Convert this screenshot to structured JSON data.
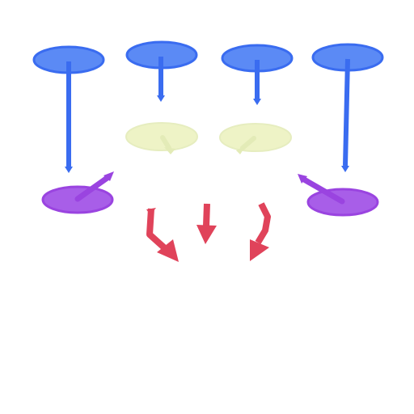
{
  "diagram": {
    "colors": {
      "background": "#ffffff",
      "top_node_fill": "#5b8af5",
      "top_node_stroke": "#3a6cf0",
      "top_edge": "#3a6cf0",
      "middle_node_fill": "#eef3c6",
      "middle_edge": "#e3ebb7",
      "bottom_node_fill": "#a85ee8",
      "bottom_node_stroke": "#9a44e0",
      "bottom_edge": "#9a44e0",
      "output_arrow": "#e0435a"
    },
    "top_nodes": [
      {
        "id": "t1"
      },
      {
        "id": "t2"
      },
      {
        "id": "t3"
      },
      {
        "id": "t4"
      }
    ],
    "middle_nodes": [
      {
        "id": "m1"
      },
      {
        "id": "m2"
      }
    ],
    "bottom_nodes": [
      {
        "id": "b1"
      },
      {
        "id": "b2"
      }
    ],
    "edges": [
      {
        "from": "t1",
        "to": "b1",
        "kind": "top"
      },
      {
        "from": "t2",
        "to": "m1",
        "kind": "top"
      },
      {
        "from": "t3",
        "to": "m2",
        "kind": "top"
      },
      {
        "from": "t4",
        "to": "b2",
        "kind": "top"
      },
      {
        "from": "m1",
        "to": "down",
        "kind": "middle"
      },
      {
        "from": "m2",
        "to": "down",
        "kind": "middle"
      },
      {
        "from": "b1",
        "to": "up-right",
        "kind": "bottom"
      },
      {
        "from": "b2",
        "to": "up-left",
        "kind": "bottom"
      }
    ],
    "output_arrows": [
      {
        "id": "left",
        "direction": "curve-down-right"
      },
      {
        "id": "center",
        "direction": "down"
      },
      {
        "id": "right",
        "direction": "curve-down-left"
      }
    ]
  }
}
